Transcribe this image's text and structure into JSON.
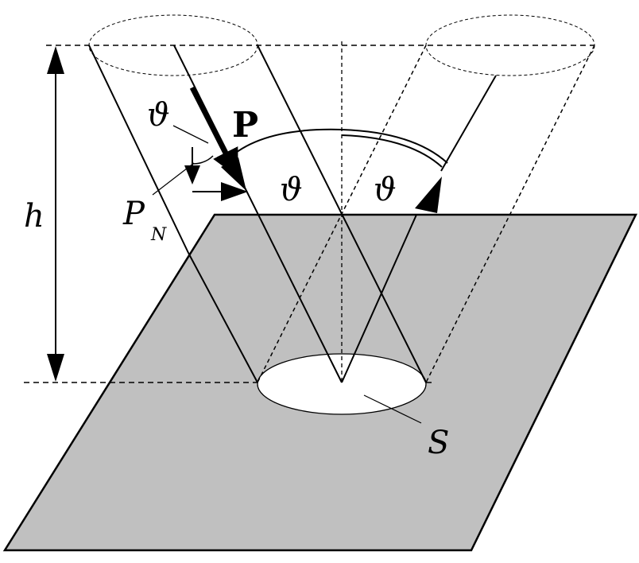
{
  "labels": {
    "height": "h",
    "momentum": "P",
    "normal_component": "P",
    "normal_subscript": "N",
    "angle_left": "ϑ",
    "angle_mid": "ϑ",
    "angle_right": "ϑ",
    "area": "S"
  },
  "colors": {
    "plane_fill": "#c0c0c0",
    "ink": "#000000",
    "background": "#ffffff"
  }
}
